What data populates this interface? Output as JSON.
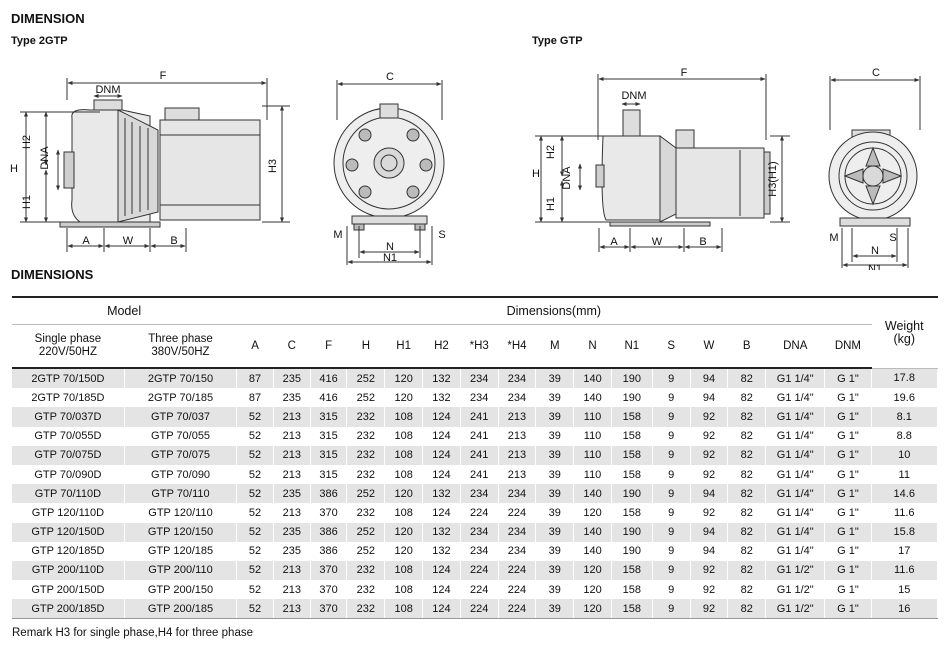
{
  "heading_dimension": "DIMENSION",
  "type_left": "Type 2GTP",
  "type_right": "Type GTP",
  "heading_dimensions": "DIMENSIONS",
  "drawing_labels": {
    "F": "F",
    "C": "C",
    "DNM": "DNM",
    "DNA": "DNA",
    "H": "H",
    "H1": "H1",
    "H2": "H2",
    "H3": "H3",
    "H3H1": "H3(H1)",
    "A": "A",
    "W": "W",
    "B": "B",
    "M": "M",
    "N": "N",
    "N1": "N1",
    "S": "S"
  },
  "table": {
    "model_header": "Model",
    "dimensions_header": "Dimensions(mm)",
    "weight_header": "Weight",
    "weight_unit": "(kg)",
    "single_phase": "Single phase",
    "single_phase_spec": "220V/50HZ",
    "three_phase": "Three phase",
    "three_phase_spec": "380V/50HZ",
    "columns": [
      "A",
      "C",
      "F",
      "H",
      "H1",
      "H2",
      "*H3",
      "*H4",
      "M",
      "N",
      "N1",
      "S",
      "W",
      "B",
      "DNA",
      "DNM"
    ],
    "rows": [
      [
        "2GTP 70/150D",
        "2GTP 70/150",
        "87",
        "235",
        "416",
        "252",
        "120",
        "132",
        "234",
        "234",
        "39",
        "140",
        "190",
        "9",
        "94",
        "82",
        "G1 1/4\"",
        "G 1\"",
        "17.8"
      ],
      [
        "2GTP 70/185D",
        "2GTP 70/185",
        "87",
        "235",
        "416",
        "252",
        "120",
        "132",
        "234",
        "234",
        "39",
        "140",
        "190",
        "9",
        "94",
        "82",
        "G1 1/4\"",
        "G 1\"",
        "19.6"
      ],
      [
        "GTP 70/037D",
        "GTP 70/037",
        "52",
        "213",
        "315",
        "232",
        "108",
        "124",
        "241",
        "213",
        "39",
        "110",
        "158",
        "9",
        "92",
        "82",
        "G1 1/4\"",
        "G 1\"",
        "8.1"
      ],
      [
        "GTP 70/055D",
        "GTP 70/055",
        "52",
        "213",
        "315",
        "232",
        "108",
        "124",
        "241",
        "213",
        "39",
        "110",
        "158",
        "9",
        "92",
        "82",
        "G1 1/4\"",
        "G 1\"",
        "8.8"
      ],
      [
        "GTP 70/075D",
        "GTP 70/075",
        "52",
        "213",
        "315",
        "232",
        "108",
        "124",
        "241",
        "213",
        "39",
        "110",
        "158",
        "9",
        "92",
        "82",
        "G1 1/4\"",
        "G 1\"",
        "10"
      ],
      [
        "GTP 70/090D",
        "GTP 70/090",
        "52",
        "213",
        "315",
        "232",
        "108",
        "124",
        "241",
        "213",
        "39",
        "110",
        "158",
        "9",
        "92",
        "82",
        "G1 1/4\"",
        "G 1\"",
        "11"
      ],
      [
        "GTP 70/110D",
        "GTP 70/110",
        "52",
        "235",
        "386",
        "252",
        "120",
        "132",
        "234",
        "234",
        "39",
        "140",
        "190",
        "9",
        "94",
        "82",
        "G1 1/4\"",
        "G 1\"",
        "14.6"
      ],
      [
        "GTP 120/110D",
        "GTP 120/110",
        "52",
        "213",
        "370",
        "232",
        "108",
        "124",
        "224",
        "224",
        "39",
        "120",
        "158",
        "9",
        "92",
        "82",
        "G1 1/4\"",
        "G 1\"",
        "11.6"
      ],
      [
        "GTP 120/150D",
        "GTP 120/150",
        "52",
        "235",
        "386",
        "252",
        "120",
        "132",
        "234",
        "234",
        "39",
        "140",
        "190",
        "9",
        "94",
        "82",
        "G1 1/4\"",
        "G 1\"",
        "15.8"
      ],
      [
        "GTP 120/185D",
        "GTP 120/185",
        "52",
        "235",
        "386",
        "252",
        "120",
        "132",
        "234",
        "234",
        "39",
        "140",
        "190",
        "9",
        "94",
        "82",
        "G1 1/4\"",
        "G 1\"",
        "17"
      ],
      [
        "GTP 200/110D",
        "GTP 200/110",
        "52",
        "213",
        "370",
        "232",
        "108",
        "124",
        "224",
        "224",
        "39",
        "120",
        "158",
        "9",
        "92",
        "82",
        "G1 1/2\"",
        "G 1\"",
        "11.6"
      ],
      [
        "GTP 200/150D",
        "GTP 200/150",
        "52",
        "213",
        "370",
        "232",
        "108",
        "124",
        "224",
        "224",
        "39",
        "120",
        "158",
        "9",
        "92",
        "82",
        "G1 1/2\"",
        "G 1\"",
        "15"
      ],
      [
        "GTP 200/185D",
        "GTP 200/185",
        "52",
        "213",
        "370",
        "232",
        "108",
        "124",
        "224",
        "224",
        "39",
        "120",
        "158",
        "9",
        "92",
        "82",
        "G1 1/2\"",
        "G 1\"",
        "16"
      ]
    ]
  },
  "remark": "Remark  H3 for single phase,H4 for three phase"
}
